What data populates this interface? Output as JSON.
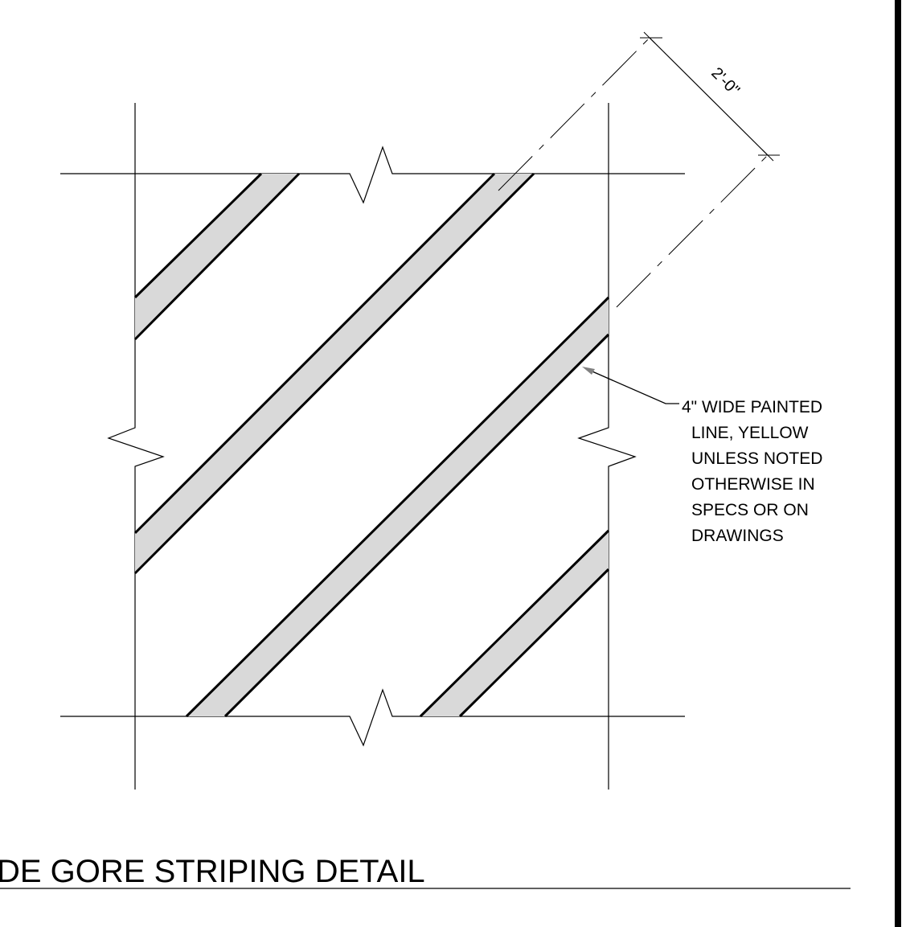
{
  "title": "DE GORE STRIPING DETAIL",
  "dimension": {
    "label": "2'-0\""
  },
  "callout": {
    "lines": [
      "4\" WIDE PAINTED",
      "LINE, YELLOW",
      "UNLESS NOTED",
      "OTHERWISE IN",
      "SPECS OR ON",
      "DRAWINGS"
    ]
  },
  "colors": {
    "line": "#000000",
    "stripe_fill": "#d9d9d9",
    "paper": "#ffffff"
  }
}
